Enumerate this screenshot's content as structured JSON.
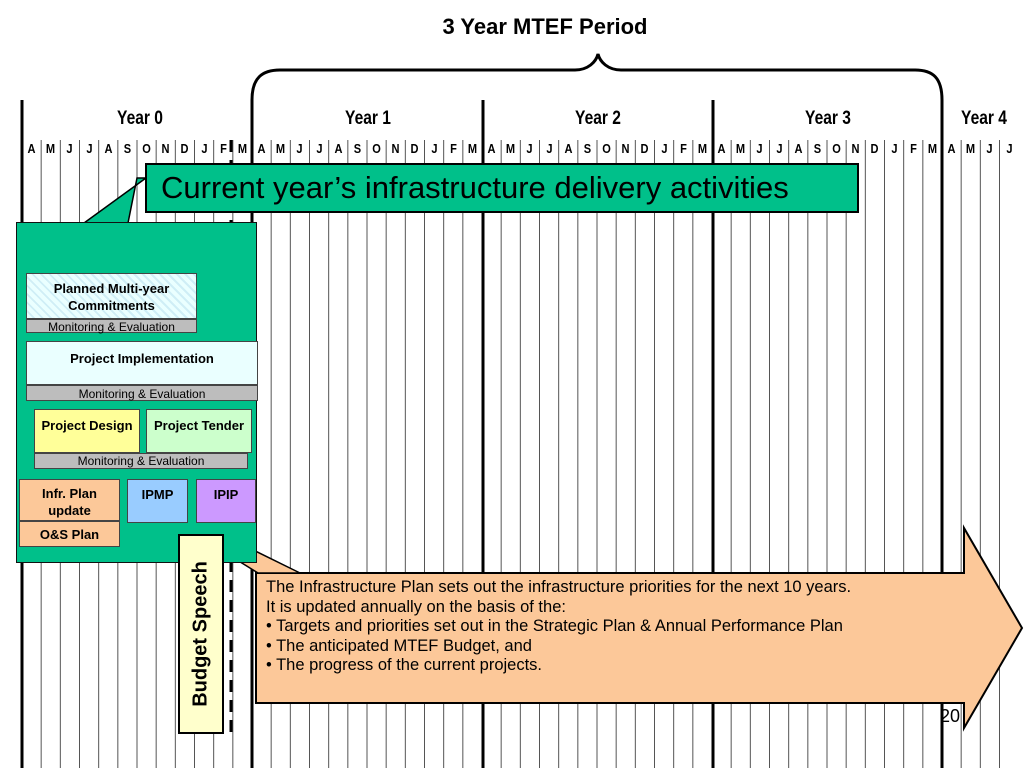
{
  "title": "3 Year MTEF Period",
  "years": [
    "Year 0",
    "Year 1",
    "Year 2",
    "Year 3",
    "Year 4"
  ],
  "months": [
    "A",
    "M",
    "J",
    "J",
    "A",
    "S",
    "O",
    "N",
    "D",
    "J",
    "F",
    "M",
    "A",
    "M",
    "J",
    "J",
    "A",
    "S",
    "O",
    "N",
    "D",
    "J",
    "F",
    "M",
    "A",
    "M",
    "J",
    "J",
    "A",
    "S",
    "O",
    "N",
    "D",
    "J",
    "F",
    "M",
    "A",
    "M",
    "J",
    "J",
    "A",
    "S",
    "O",
    "N",
    "D",
    "J",
    "F",
    "M",
    "A",
    "M",
    "J",
    "J"
  ],
  "banner": "Current year’s infrastructure delivery activities",
  "panel": {
    "planned_commitments": "Planned Multi-year Commitments",
    "project_implementation": "Project Implementation",
    "project_design": "Project Design",
    "project_tender": "Project Tender",
    "monitoring_evaluation": "Monitoring & Evaluation",
    "infra_plan_update": "Infr. Plan update",
    "os_plan": "O&S Plan",
    "ipmp": "IPMP",
    "ipip": "IPIP"
  },
  "budget_speech": "Budget Speech",
  "info": {
    "line1": "The Infrastructure Plan sets out the infrastructure priorities for the next 10 years.",
    "line2": "It is updated annually on the basis of the:",
    "bullet1": "• Targets and priorities set out in the Strategic Plan & Annual Performance Plan",
    "bullet2": "• The anticipated MTEF Budget, and",
    "bullet3": "• The progress of the current projects."
  },
  "page_number": "20",
  "colors": {
    "green": "#00c08a",
    "light_cyan": "#eaffff",
    "yellow": "#ffff99",
    "light_green": "#ccffcc",
    "orange": "#fcc899",
    "blue": "#99ccff",
    "purple": "#cc99ff",
    "gray": "#bdbdbd",
    "cream": "#ffffcc"
  }
}
